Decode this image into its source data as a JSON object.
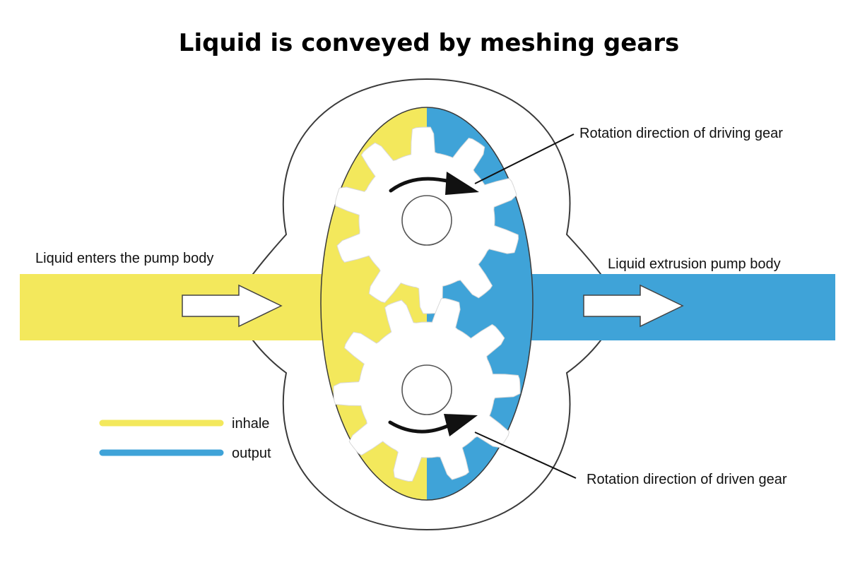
{
  "title": "Liquid is conveyed by meshing gears",
  "labels": {
    "inlet": "Liquid enters the pump body",
    "outlet": "Liquid extrusion pump body",
    "driving": "Rotation direction of driving gear",
    "driven": "Rotation direction of driven gear"
  },
  "legend": [
    {
      "label": "inhale",
      "color": "#f3e85c"
    },
    {
      "label": "output",
      "color": "#3fa3d8"
    }
  ],
  "colors": {
    "inhale": "#f3e85c",
    "output": "#3fa3d8",
    "casing_outline": "#333333",
    "gear": "#ffffff"
  },
  "gears": {
    "driving": {
      "teeth": 10,
      "rotation": "clockwise"
    },
    "driven": {
      "teeth": 10,
      "rotation": "counter-clockwise"
    }
  }
}
